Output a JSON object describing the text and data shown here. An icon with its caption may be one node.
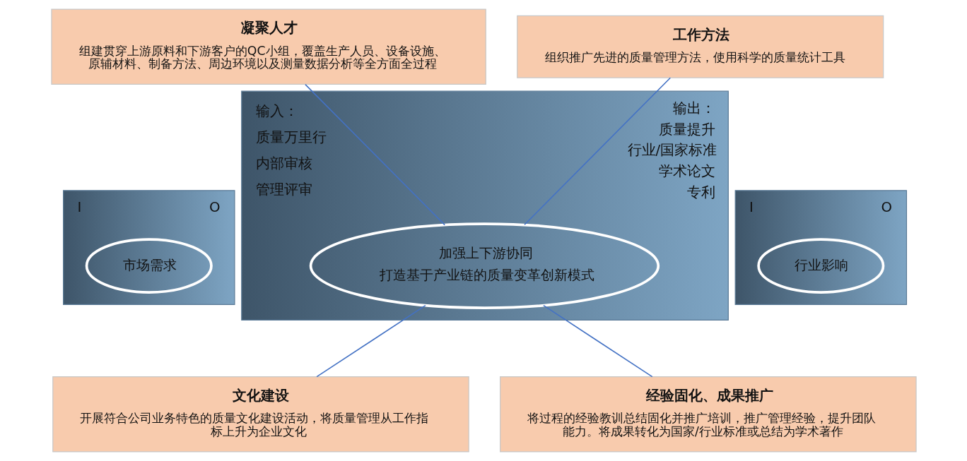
{
  "diagram": {
    "nodes": [
      {
        "text": [
          "凝聚人才",
          "组建贯穿上游原料和下游客户的QC小组，覆盖生产人员、设备设施、原辅材料、制备方法、周边环境以及测量数据分析等全方面全过程"
        ]
      },
      {
        "text": [
          "工作方法",
          "组织推广先进的质量管理方法，使用科学的质量统计工具"
        ]
      },
      {
        "text": [
          "I",
          "O"
        ]
      },
      {
        "text": [
          "市场需求"
        ],
        "in": 2
      },
      {
        "text": [
          "输入：",
          "质量万里行",
          "内部审核",
          "管理评审",
          "输出：",
          "质量提升",
          "行业/国家标准",
          "学术论文",
          "专利"
        ]
      },
      {
        "text": [
          "加强上下游协同",
          "打造基于产业链的质量变革创新模式"
        ],
        "in": 4
      },
      {
        "text": [
          "I",
          "O"
        ]
      },
      {
        "text": [
          "行业影响"
        ],
        "in": 6
      },
      {
        "text": [
          "文化建设",
          "开展符合公司业务特色的质量文化建设活动，将质量管理从工作指标上升为企业文化"
        ]
      },
      {
        "text": [
          "经验固化、成果推广",
          "将过程的经验教训总结固化并推广培训，推广管理经验，提升团队能力。将成果转化为国家/行业标准或总结为学术著作"
        ]
      }
    ],
    "edges": [
      {
        "from": 0,
        "to": 5,
        "arrow": "none"
      },
      {
        "from": 1,
        "to": 5,
        "arrow": "none"
      },
      {
        "from": 5,
        "to": 8,
        "arrow": "none"
      },
      {
        "from": 5,
        "to": 9,
        "arrow": "none"
      }
    ]
  }
}
